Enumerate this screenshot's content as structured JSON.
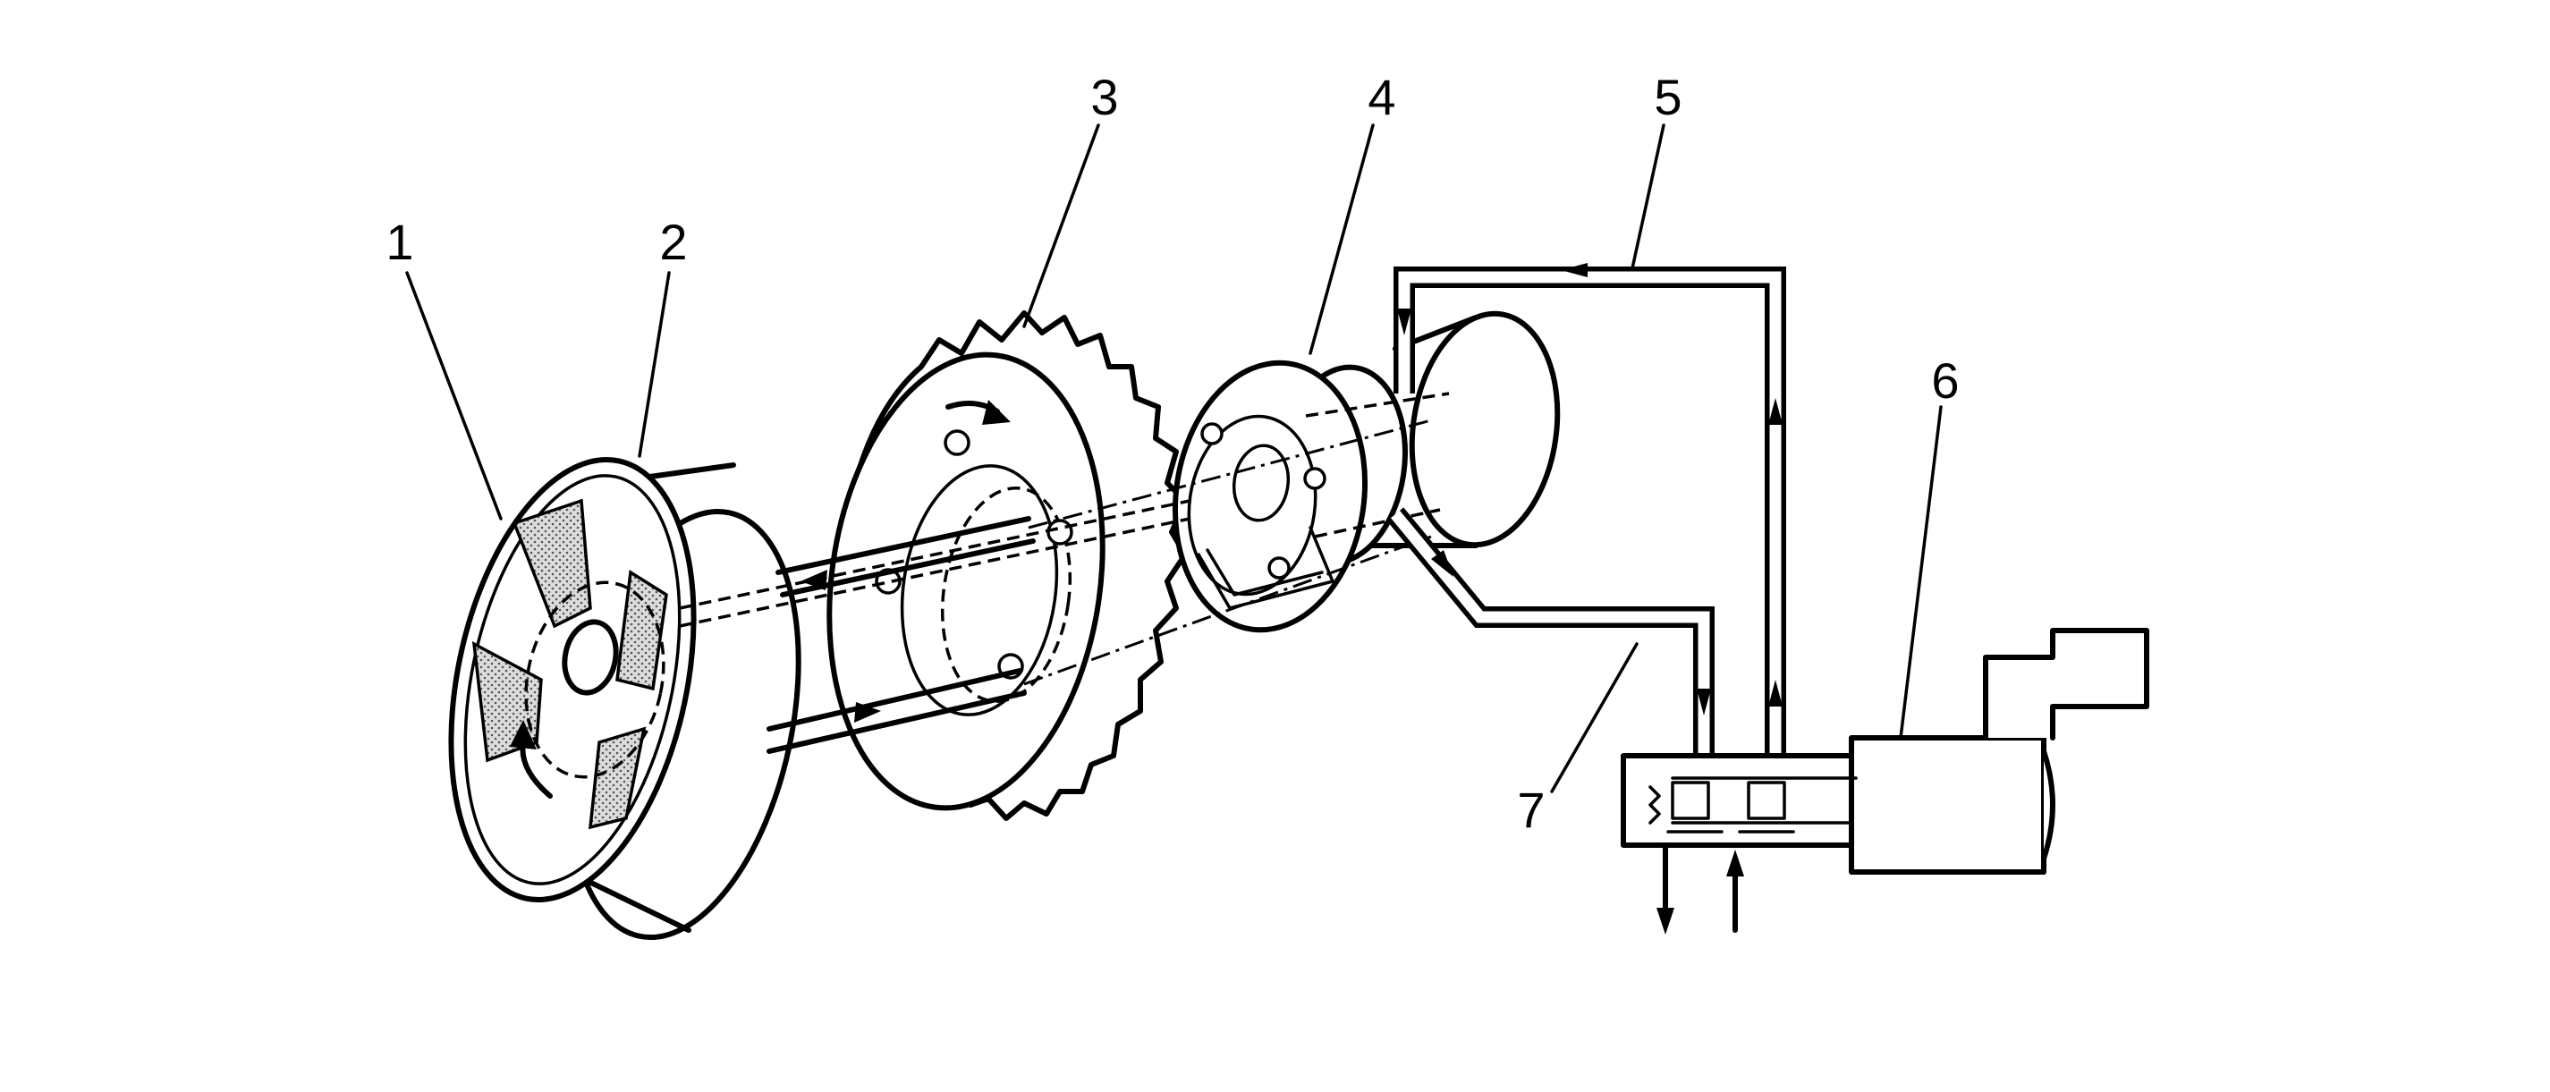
{
  "diagram": {
    "callouts": [
      {
        "id": "1",
        "label": "1"
      },
      {
        "id": "2",
        "label": "2"
      },
      {
        "id": "3",
        "label": "3"
      },
      {
        "id": "4",
        "label": "4"
      },
      {
        "id": "5",
        "label": "5"
      },
      {
        "id": "6",
        "label": "6"
      },
      {
        "id": "7",
        "label": "7"
      }
    ],
    "colors": {
      "line": "#000000",
      "background": "#ffffff",
      "shaded_fill": "#c8c8c8"
    }
  }
}
